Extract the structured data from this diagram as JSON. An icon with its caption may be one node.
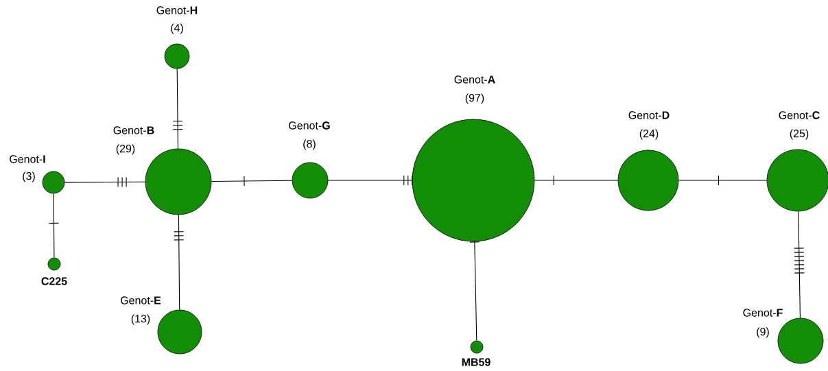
{
  "diagram": {
    "nodes": [
      {
        "text": [
          "Genot-**H**",
          "(4)"
        ]
      },
      {
        "text": [
          "Genot-**I**",
          "(3)"
        ]
      },
      {
        "text": [
          "Genot-**B**",
          "(29)"
        ]
      },
      {
        "text": [
          "Genot-**G**",
          "(8)"
        ]
      },
      {
        "text": [
          "Genot-**A**",
          "(97)"
        ]
      },
      {
        "text": [
          "Genot-**D**",
          "(24)"
        ]
      },
      {
        "text": [
          "Genot-**C**",
          "(25)"
        ]
      },
      {
        "text": [
          "C225"
        ]
      },
      {
        "text": [
          "Genot-**E**",
          "(13)"
        ]
      },
      {
        "text": [
          "MB59"
        ]
      },
      {
        "text": [
          "Genot-**F**",
          "(9)"
        ]
      }
    ],
    "edges": [
      {
        "from": 0,
        "to": 2,
        "arrow": "none"
      },
      {
        "from": 1,
        "to": 2,
        "arrow": "none"
      },
      {
        "from": 1,
        "to": 7,
        "arrow": "none"
      },
      {
        "from": 2,
        "to": 8,
        "arrow": "none"
      },
      {
        "from": 2,
        "to": 3,
        "arrow": "none"
      },
      {
        "from": 3,
        "to": 4,
        "arrow": "none"
      },
      {
        "from": 4,
        "to": 9,
        "arrow": "none"
      },
      {
        "from": 4,
        "to": 5,
        "arrow": "none"
      },
      {
        "from": 5,
        "to": 6,
        "arrow": "none"
      },
      {
        "from": 6,
        "to": 10,
        "arrow": "none"
      }
    ]
  }
}
